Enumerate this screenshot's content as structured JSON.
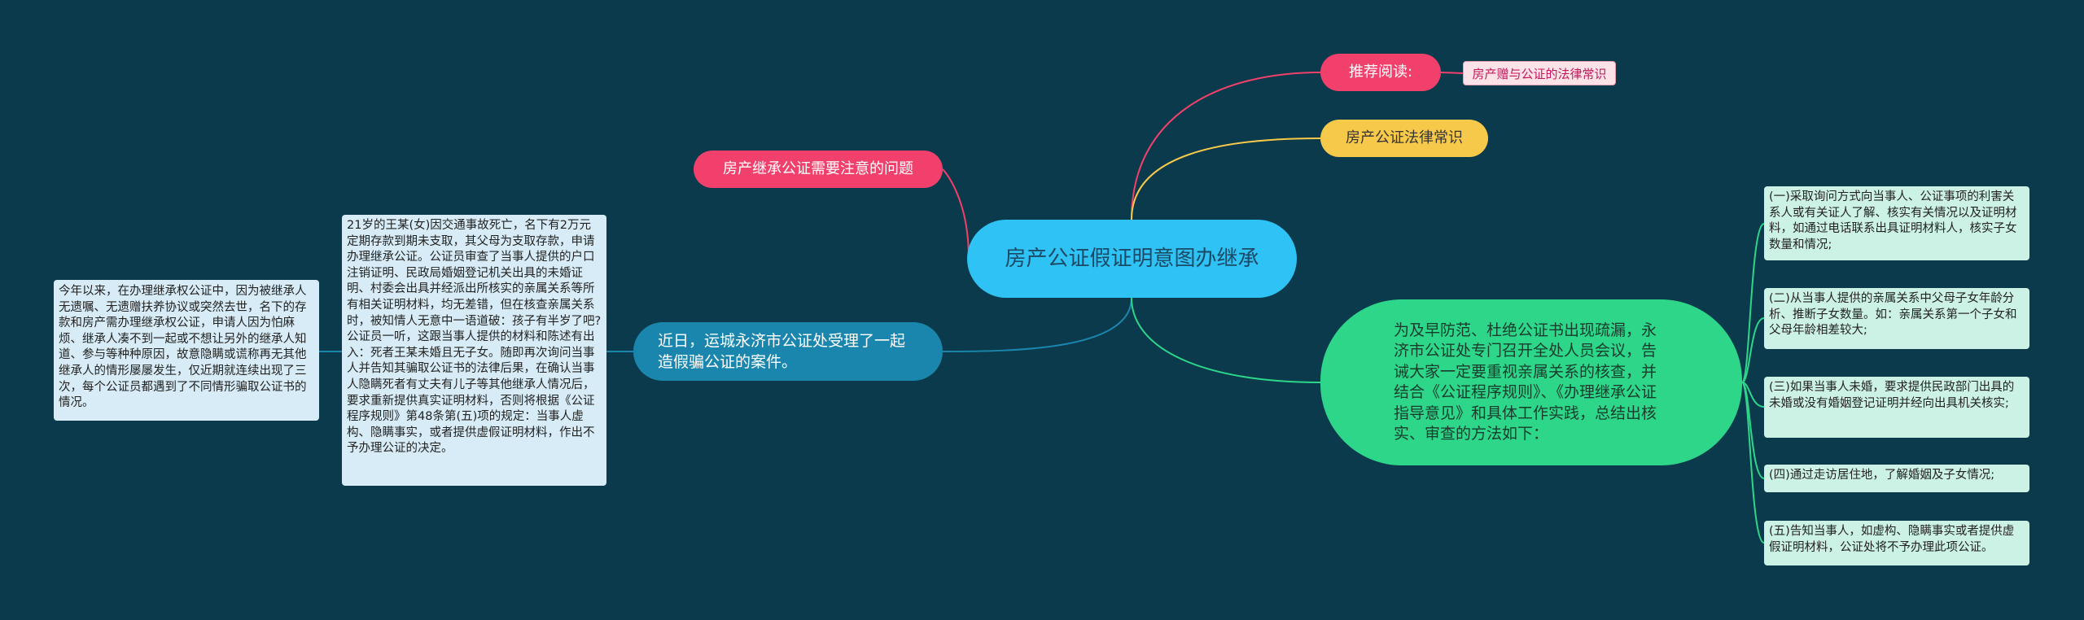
{
  "center": {
    "label": "房产公证假证明意图办继承"
  },
  "recommend": {
    "label": "推荐阅读:",
    "link": "房产赠与公证的法律常识"
  },
  "law": {
    "label": "房产公证法律常识"
  },
  "issue": {
    "label": "房产继承公证需要注意的问题"
  },
  "case": {
    "label": "近日，运城永济市公证处受理了一起造假骗公证的案件。",
    "story": "21岁的王某(女)因交通事故死亡，名下有2万元定期存款到期未支取，其父母为支取存款，申请办理继承公证。公证员审查了当事人提供的户口注销证明、民政局婚姻登记机关出具的未婚证明、村委会出具并经派出所核实的亲属关系等所有相关证明材料，均无差错，但在核查亲属关系时，被知情人无意中一语道破：孩子有半岁了吧?公证员一听，这跟当事人提供的材料和陈述有出入：死者王某未婚且无子女。随即再次询问当事人并告知其骗取公证书的法律后果，在确认当事人隐瞒死者有丈夫有儿子等其他继承人情况后，要求重新提供真实证明材料，否则将根据《公证程序规则》第48条第(五)项的规定：当事人虚构、隐瞒事实，或者提供虚假证明材料，作出不予办理公证的决定。",
    "side": "今年以来，在办理继承权公证中，因为被继承人无遗嘱、无遗赠扶养协议或突然去世，名下的存款和房产需办理继承权公证，申请人因为怕麻烦、继承人凑不到一起或不想让另外的继承人知道、参与等种种原因，故意隐瞒或谎称再无其他继承人的情形屡屡发生，仅近期就连续出现了三次，每个公证员都遇到了不同情形骗取公证书的情况。"
  },
  "prevent": {
    "label": "为及早防范、杜绝公证书出现疏漏，永济市公证处专门召开全处人员会议，告诫大家一定要重视亲属关系的核查，并结合《公证程序规则》、《办理继承公证指导意见》和具体工作实践，总结出核实、审查的方法如下：",
    "items": [
      "(一)采取询问方式向当事人、公证事项的利害关系人或有关证人了解、核实有关情况以及证明材料，如通过电话联系出具证明材料人，核实子女数量和情况;",
      "(二)从当事人提供的亲属关系中父母子女年龄分析、推断子女数量。如：亲属关系第一个子女和父母年龄相差较大;",
      "(三)如果当事人未婚，要求提供民政部门出具的未婚或没有婚姻登记证明并经向出具机关核实;",
      "(四)通过走访居住地，了解婚姻及子女情况;",
      "(五)告知当事人，如虚构、隐瞒事实或者提供虚假证明材料，公证处将不予办理此项公证。"
    ]
  },
  "colors": {
    "background": "#0b3a4c",
    "center": "#2ec3f4",
    "pink": "#f0406b",
    "yellow": "#f7c94a",
    "blue": "#1b86ad",
    "green": "#2ed68a",
    "light_blue": "#d7ecf6",
    "light_green": "#ccf1e5"
  }
}
